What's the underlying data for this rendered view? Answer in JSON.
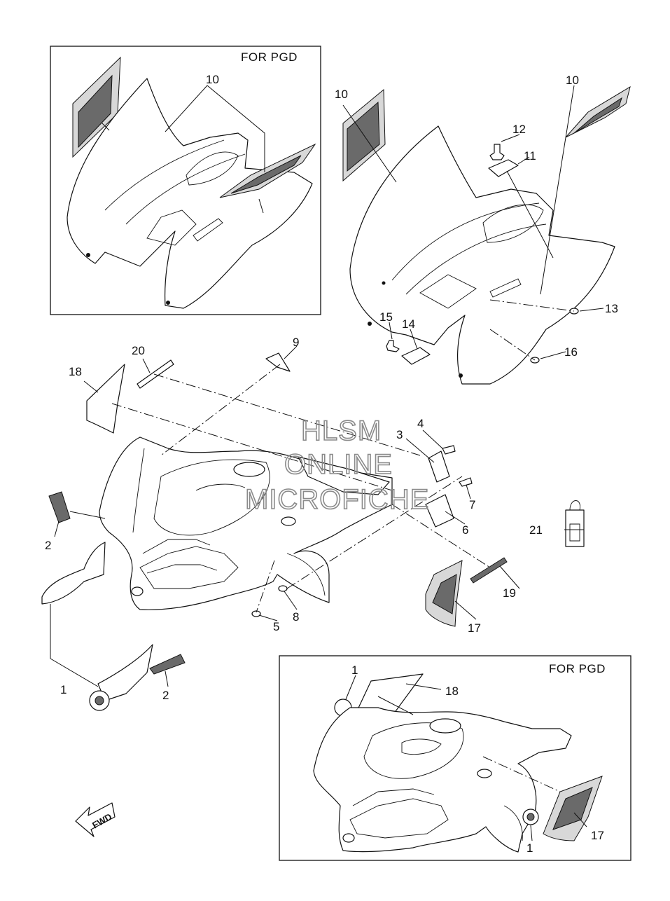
{
  "panels": {
    "top_left_title": "FOR PGD",
    "bottom_right_title": "FOR PGD"
  },
  "callouts": {
    "c10a": "10",
    "c10b": "10",
    "c10c": "10",
    "c12": "12",
    "c11": "11",
    "c13": "13",
    "c15": "15",
    "c14": "14",
    "c16": "16",
    "c20": "20",
    "c9": "9",
    "c18a": "18",
    "c4": "4",
    "c3": "3",
    "c7": "7",
    "c6": "6",
    "c2a": "2",
    "c21": "21",
    "c19": "19",
    "c5": "5",
    "c8": "8",
    "c17a": "17",
    "c1a": "1",
    "c2b": "2",
    "c1b": "1",
    "c18b": "18",
    "c17b": "17",
    "c1c": "1"
  },
  "watermark": {
    "line1": "HLSM",
    "line2": "ONLINE",
    "line3": "MICROFICHE"
  },
  "fwd": {
    "label": "FWD"
  }
}
